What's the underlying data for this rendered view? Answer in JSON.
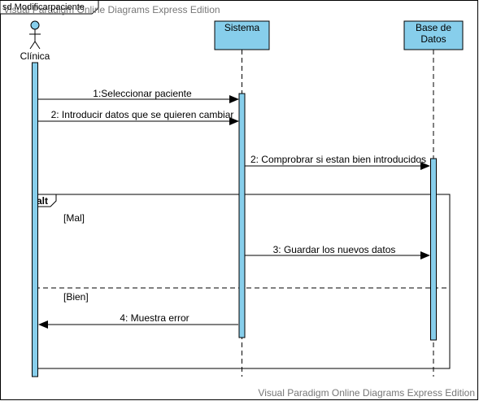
{
  "frame": {
    "label": "sd Modificarpaciente",
    "watermark_top": "Visual Paradigm Online Diagrams Express Edition",
    "watermark_bottom": "Visual Paradigm Online Diagrams Express Edition"
  },
  "lifelines": {
    "actor": "Clínica",
    "sistema": "Sistema",
    "bd_line1": "Base de",
    "bd_line2": "Datos"
  },
  "messages": {
    "m1": "1:Seleccionar paciente",
    "m2": "2: Introducir datos que se quieren cambiar",
    "m3": "2: Comprobrar si estan bien introducidos",
    "m4": "3: Guardar los nuevos datos",
    "m5": "4: Muestra error"
  },
  "fragment": {
    "operator": "alt",
    "guard1": "[Mal]",
    "guard2": "[Bien]"
  },
  "colors": {
    "lifeline_fill": "#87CEEB",
    "activation_fill": "#87CEEB",
    "line": "#000000",
    "watermark": "#777777"
  }
}
